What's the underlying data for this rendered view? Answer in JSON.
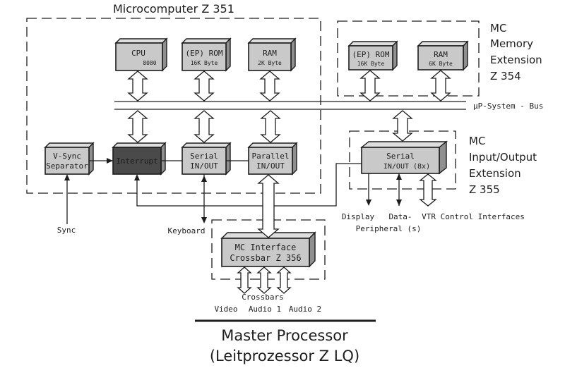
{
  "diagram": {
    "microcomputer_label": "Microcomputer  Z 351",
    "memory_extension": [
      "MC",
      "Memory",
      "Extension",
      "Z 354"
    ],
    "io_extension": [
      "MC",
      "Input/Output",
      "Extension",
      "Z 355"
    ],
    "bus_label": "µP-System - Bus",
    "blocks": {
      "cpu": [
        "CPU",
        "8080"
      ],
      "ep_rom": [
        "(EP) ROM",
        "16K Byte"
      ],
      "ram": [
        "RAM",
        "2K Byte"
      ],
      "ext_ep_rom": [
        "(EP) ROM",
        "16K Byte"
      ],
      "ext_ram": [
        "RAM",
        "6K Byte"
      ],
      "vsync": [
        "V-Sync",
        "Separator"
      ],
      "interrupt": [
        "Interrupt"
      ],
      "serial": [
        "Serial",
        "IN/OUT"
      ],
      "parallel": [
        "Parallel",
        "IN/OUT"
      ],
      "serial_ext": [
        "Serial",
        "IN/OUT   (8x)"
      ],
      "mc_interface": [
        "MC Interface",
        "Crossbar Z 356"
      ]
    },
    "signals": {
      "sync": "Sync",
      "keyboard": "Keyboard",
      "display": "Display",
      "data": "Data-",
      "peripherals": "Peripheral (s)",
      "vtr": "VTR Control Interfaces",
      "crossbars": "Crossbars",
      "video": "Video",
      "audio1": "Audio 1",
      "audio2": "Audio 2"
    }
  },
  "caption": {
    "line1": "Master Processor",
    "line2": "(Leitprozessor   Z LQ)"
  },
  "colors": {
    "ink": "#1d1d1d",
    "block_face": "#c9c9c9",
    "block_side": "#8f8f8f",
    "interrupt_block": "#4a4a4a"
  }
}
